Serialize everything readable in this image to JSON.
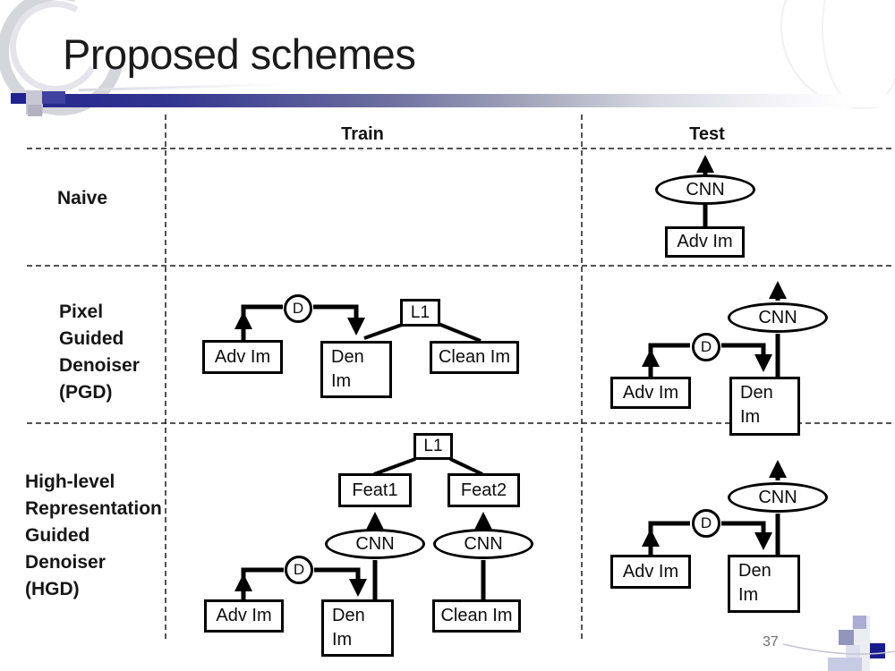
{
  "slide": {
    "title": "Proposed schemes",
    "page_number": "37"
  },
  "table": {
    "headers": {
      "train": "Train",
      "test": "Test"
    },
    "rows": [
      {
        "label": "Naive"
      },
      {
        "label": "Pixel\nGuided\nDenoiser\n(PGD)"
      },
      {
        "label": "High-level\nRepresentation\nGuided\nDenoiser\n(HGD)"
      }
    ]
  },
  "nodes": {
    "naive_test_cnn": "CNN",
    "naive_test_adv": "Adv Im",
    "pgd_train_adv": "Adv Im",
    "pgd_train_d": "D",
    "pgd_train_den": "Den\nIm",
    "pgd_train_l1": "L1",
    "pgd_train_clean": "Clean Im",
    "pgd_test_adv": "Adv Im",
    "pgd_test_d": "D",
    "pgd_test_cnn": "CNN",
    "pgd_test_den": "Den\nIm",
    "hgd_train_l1": "L1",
    "hgd_train_feat1": "Feat1",
    "hgd_train_feat2": "Feat2",
    "hgd_train_cnn1": "CNN",
    "hgd_train_cnn2": "CNN",
    "hgd_train_d": "D",
    "hgd_train_adv": "Adv Im",
    "hgd_train_den": "Den\nIm",
    "hgd_train_clean": "Clean Im",
    "hgd_test_adv": "Adv Im",
    "hgd_test_d": "D",
    "hgd_test_cnn": "CNN",
    "hgd_test_den": "Den\nIm"
  },
  "colors": {
    "accent_navy": "#26298e",
    "bar_slate": "#6b6e9e",
    "diagram_stroke": "#000000",
    "page_number_gray": "#6f6f6f"
  }
}
